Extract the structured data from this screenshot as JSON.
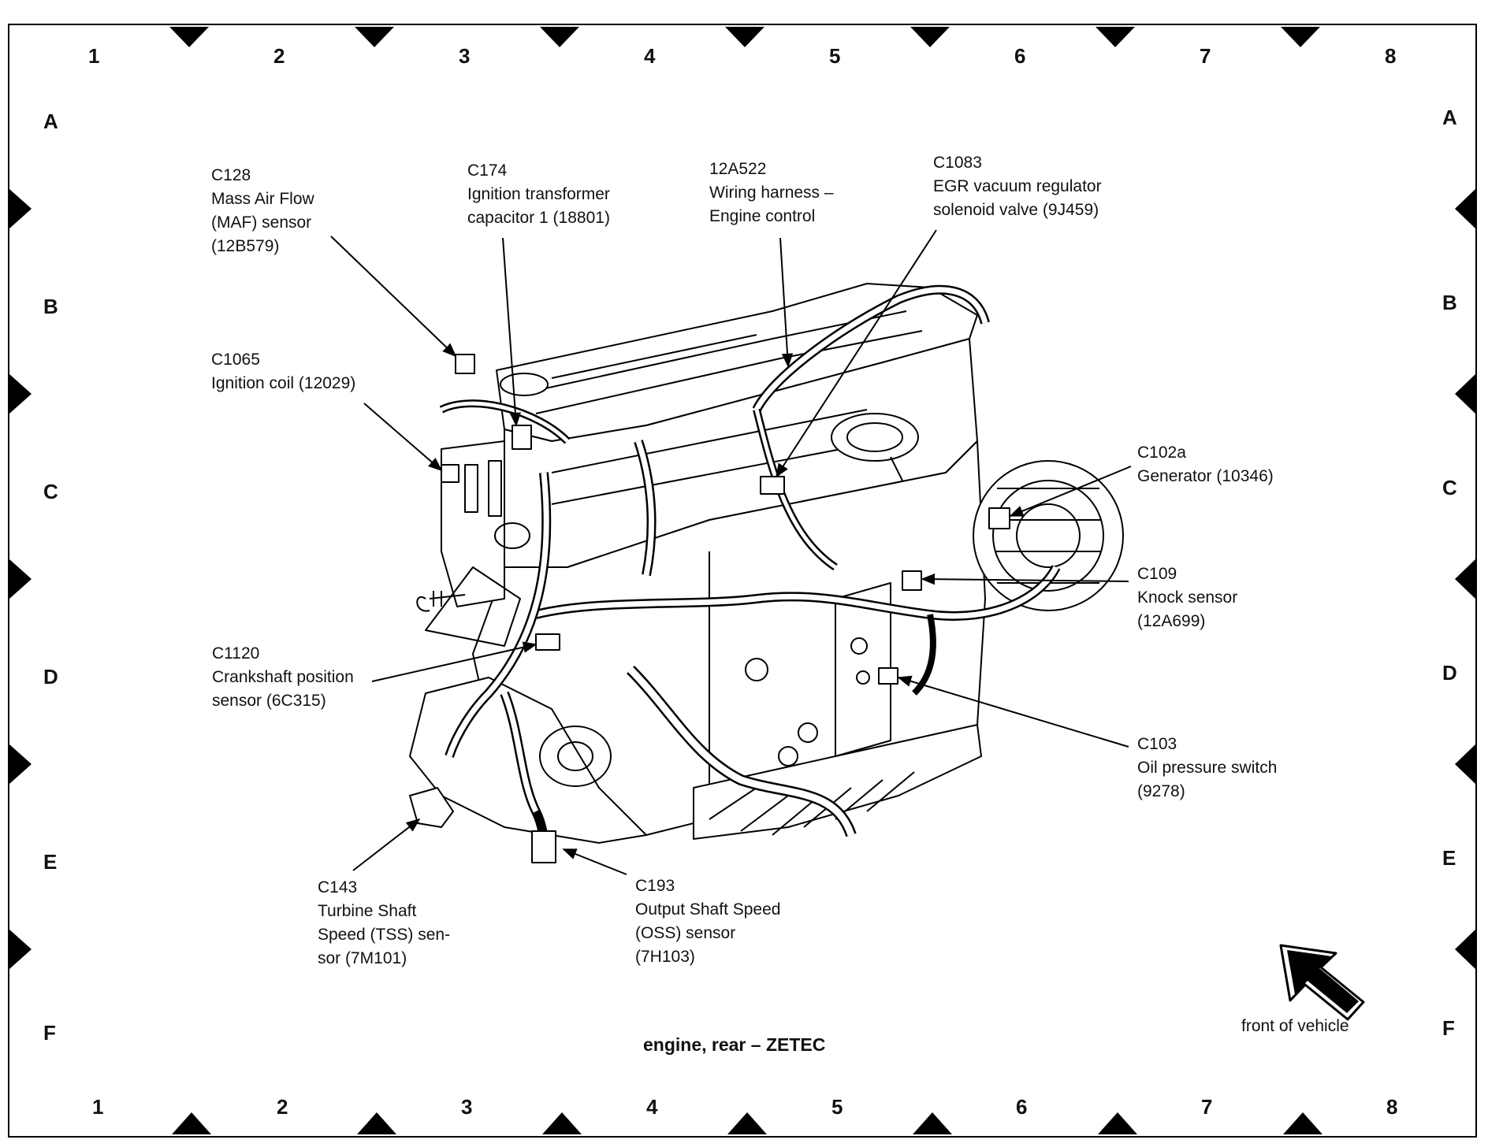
{
  "grid": {
    "columns": [
      "1",
      "2",
      "3",
      "4",
      "5",
      "6",
      "7",
      "8"
    ],
    "rows": [
      "A",
      "B",
      "C",
      "D",
      "E",
      "F"
    ]
  },
  "callouts": {
    "c128": {
      "id": "C128",
      "lines": [
        "Mass Air Flow",
        "(MAF) sensor",
        "(12B579)"
      ]
    },
    "c174": {
      "id": "C174",
      "lines": [
        "Ignition transformer",
        "capacitor 1 (18801)"
      ]
    },
    "w12a522": {
      "id": "12A522",
      "lines": [
        "Wiring harness –",
        "Engine control"
      ]
    },
    "c1083": {
      "id": "C1083",
      "lines": [
        "EGR vacuum regulator",
        "solenoid valve (9J459)"
      ]
    },
    "c1065": {
      "id": "C1065",
      "lines": [
        "Ignition coil (12029)"
      ]
    },
    "c102a": {
      "id": "C102a",
      "lines": [
        "Generator (10346)"
      ]
    },
    "c109": {
      "id": "C109",
      "lines": [
        "Knock sensor",
        "(12A699)"
      ]
    },
    "c1120": {
      "id": "C1120",
      "lines": [
        "Crankshaft position",
        "sensor (6C315)"
      ]
    },
    "c103": {
      "id": "C103",
      "lines": [
        "Oil pressure switch",
        "(9278)"
      ]
    },
    "c143": {
      "id": "C143",
      "lines": [
        "Turbine Shaft",
        "Speed (TSS) sen-",
        "sor (7M101)"
      ]
    },
    "c193": {
      "id": "C193",
      "lines": [
        "Output Shaft Speed",
        "(OSS) sensor",
        "(7H103)"
      ]
    }
  },
  "caption": "engine, rear – ZETEC",
  "orientation": {
    "label": "front of vehicle"
  }
}
